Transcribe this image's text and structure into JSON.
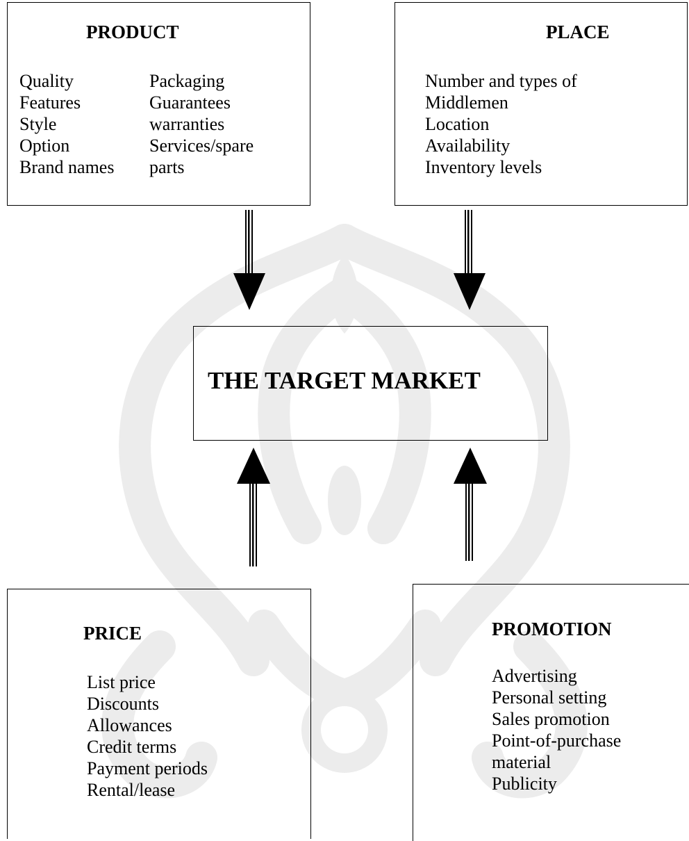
{
  "colors": {
    "ink": "#000000",
    "watermark": "#ececec",
    "background": "#ffffff"
  },
  "product": {
    "title": "PRODUCT",
    "column_1": [
      "Quality",
      "Features",
      "Style",
      "Option",
      "Brand names"
    ],
    "column_2": [
      "Packaging",
      "Guarantees",
      "warranties",
      "Services/spare",
      "parts"
    ]
  },
  "place": {
    "title": "PLACE",
    "items": [
      "Number and types of",
      "Middlemen",
      "Location",
      "Availability",
      "Inventory levels"
    ]
  },
  "target_market": {
    "title": "THE TARGET MARKET"
  },
  "price": {
    "title": "PRICE",
    "items": [
      "List price",
      "Discounts",
      "Allowances",
      "Credit terms",
      "Payment periods",
      "Rental/lease"
    ]
  },
  "promotion": {
    "title": "PROMOTION",
    "items": [
      "Advertising",
      "Personal setting",
      "Sales promotion",
      "Point-of-purchase",
      "material",
      "Publicity"
    ]
  },
  "arrows": [
    {
      "from": "product",
      "to": "target_market",
      "direction": "down"
    },
    {
      "from": "place",
      "to": "target_market",
      "direction": "down"
    },
    {
      "from": "price",
      "to": "target_market",
      "direction": "up"
    },
    {
      "from": "promotion",
      "to": "target_market",
      "direction": "up"
    }
  ],
  "watermark": {
    "icon": "university-emblem-watermark-icon"
  }
}
